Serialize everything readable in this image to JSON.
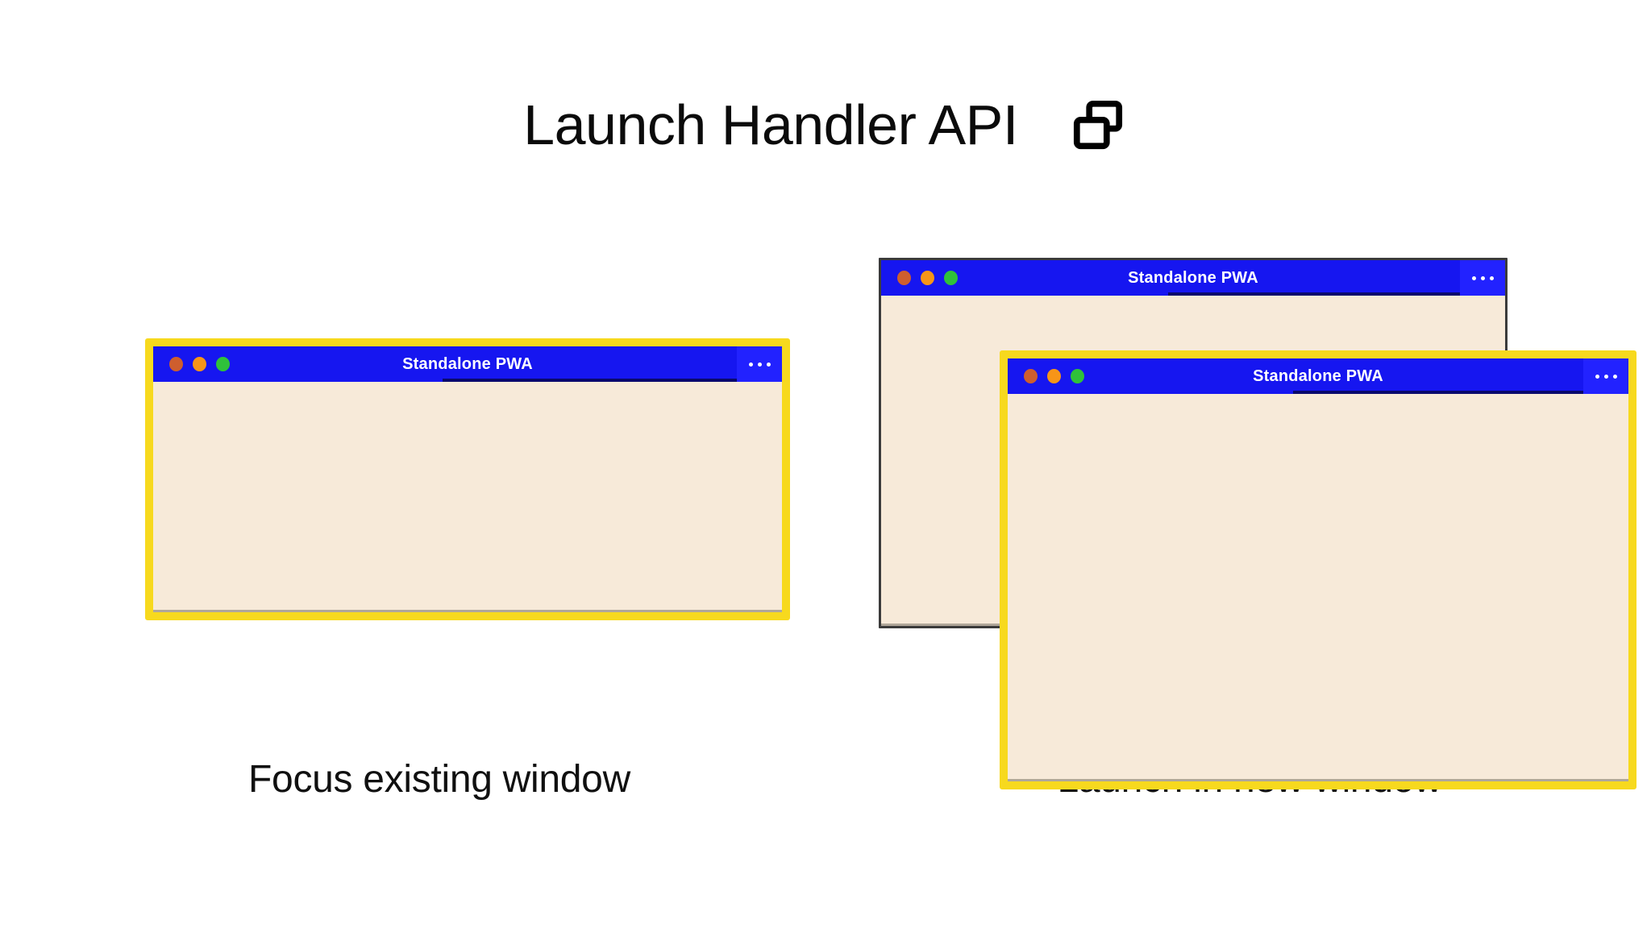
{
  "header": {
    "title": "Launch Handler API",
    "icon": "overlapping-windows-icon"
  },
  "panels": [
    {
      "id": "focus-existing",
      "caption": "Focus existing window",
      "windows": [
        {
          "title": "Standalone PWA",
          "state": "focused",
          "menu_label": "•••",
          "controls": [
            "close",
            "minimize",
            "maximize"
          ]
        }
      ]
    },
    {
      "id": "launch-new",
      "caption": "Launch in new window",
      "windows": [
        {
          "title": "Standalone PWA",
          "state": "unfocused",
          "menu_label": "•••",
          "controls": [
            "close",
            "minimize",
            "maximize"
          ]
        },
        {
          "title": "Standalone PWA",
          "state": "focused",
          "menu_label": "•••",
          "controls": [
            "close",
            "minimize",
            "maximize"
          ]
        }
      ]
    }
  ],
  "colors": {
    "background": "#ffffff",
    "titlebar_blue": "#1616f0",
    "menu_blue": "#2222ff",
    "window_body": "#f7ead9",
    "focus_ring_yellow": "#f7d91e",
    "unfocused_border": "#3b3b3b",
    "dot_close": "#ce5e2e",
    "dot_minimize": "#f79518",
    "dot_maximize": "#2fc23a",
    "title_text": "#ffffff",
    "caption_text": "#101010"
  }
}
